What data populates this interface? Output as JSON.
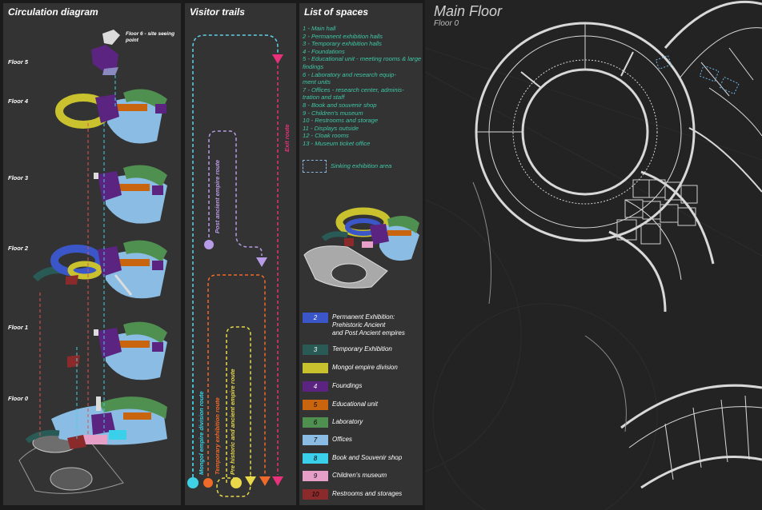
{
  "circulation": {
    "title": "Circulation diagram",
    "floor6_note": "Floor 6 - site seeing point",
    "floors": [
      "Floor 5",
      "Floor 4",
      "Floor 3",
      "Floor 2",
      "Floor 1",
      "Floor 0"
    ]
  },
  "trails": {
    "title": "Visitor trails",
    "routes": [
      {
        "label": "Exit route",
        "color": "#e8317a"
      },
      {
        "label": "Post ancient empire route",
        "color": "#b89be6"
      },
      {
        "label": "Pre historic and ancient empire route",
        "color": "#e8d84a"
      },
      {
        "label": "Temporary exhibition route",
        "color": "#f06a2a"
      },
      {
        "label": "Mongol empire division route",
        "color": "#3fd2e6"
      }
    ]
  },
  "spaces": {
    "title": "List of spaces",
    "items": [
      "1 - Main hall",
      "2 - Permanent exhibition halls",
      "3 - Temporary exhibition halls",
      "4 - Foundations",
      "5 - Educational unit - meeting rooms & large findings",
      "6 - Laboratory and research equip-\nment units",
      "7 - Offices - research center, adminis-\ntration and staff",
      "8 - Book and souvenir shop",
      "9 - Children's museum",
      "10 - Restrooms and storage",
      "11 - Displays outside",
      "12 - Cloak rooms",
      "13 - Museum ticket office"
    ],
    "sinking_label": "Sinking exhibition area"
  },
  "legend": [
    {
      "num": "2",
      "label": "Permanent Exhibition:\nPrehistoric Ancient\nand Post Ancient empires",
      "color": "#3a56c8",
      "text_color": "#ffffff"
    },
    {
      "num": "3",
      "label": "Temporary Exhibition",
      "color": "#2a5a55",
      "text_color": "#ffffff"
    },
    {
      "num": "",
      "label": "Mongol empire division",
      "color": "#c9c22e",
      "text_color": "#000000"
    },
    {
      "num": "4",
      "label": "Foundings",
      "color": "#5a2480",
      "text_color": "#ffffff"
    },
    {
      "num": "5",
      "label": "Educational unit",
      "color": "#c8650e",
      "text_color": "#000000"
    },
    {
      "num": "6",
      "label": "Laboratory",
      "color": "#4f8f4f",
      "text_color": "#000000"
    },
    {
      "num": "7",
      "label": "Offices",
      "color": "#8bbde4",
      "text_color": "#000000"
    },
    {
      "num": "8",
      "label": "Book and Souvenir shop",
      "color": "#3ad0ea",
      "text_color": "#000000"
    },
    {
      "num": "9",
      "label": "Children's museum",
      "color": "#e6a0c8",
      "text_color": "#000000"
    },
    {
      "num": "10",
      "label": "Restrooms and storages",
      "color": "#8a2a2a",
      "text_color": "#000000"
    }
  ],
  "main": {
    "title": "Main Floor",
    "subtitle": "Floor 0"
  }
}
